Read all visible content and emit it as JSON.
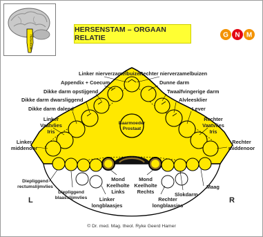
{
  "title": "HERSENSTAM – ORGAAN RELATIE",
  "logo": {
    "letters": [
      "G",
      "N",
      "M"
    ],
    "colors": [
      "#f39200",
      "#e30613",
      "#f39200"
    ]
  },
  "thumbnail": {
    "label": "Hersenstam",
    "icon": "brain-sagittal-icon"
  },
  "labels": {
    "nier_links": "Linker nierverzamelbuizen",
    "nier_rechts": "Rechter nierverzamelbuizen",
    "appendix": "Appendix + Coecum",
    "dunne_darm": "Dunne darm",
    "dikke_opstijgend": "Dikke darm opstijgend",
    "twaalfvinger": "Twaalfvingerige darm",
    "dikke_dwars": "Dikke darm dwarsliggend",
    "alvleesklier": "Alvleesklier",
    "dikke_dalend": "Dikke darm dalend",
    "lever": "Lever",
    "vaatvlies_links": [
      "Linker",
      "Vaatvlies",
      "Iris"
    ],
    "vaatvlies_rechts": [
      "Rechter",
      "Vaatvlies",
      "Iris"
    ],
    "middenoor_links": [
      "Linker",
      "middenoor"
    ],
    "middenoor_rechts": [
      "Rechter",
      "middenoor"
    ],
    "baarmoeder": [
      "Baarmoeder",
      "Prostaat"
    ],
    "diepliggend_rectum": [
      "Diepliggend",
      "rectumslijmvlies"
    ],
    "diepliggend_blaas": [
      "Diepliggend",
      "blaasslijmvlies"
    ],
    "mond_links": [
      "Mond",
      "Keelholte",
      "Links"
    ],
    "mond_rechts": [
      "Mond",
      "Keelholte",
      "Rechts"
    ],
    "maag": "Maag",
    "slokdarm": "Slokdarm",
    "long_links": [
      "Linker",
      "longblaasjes"
    ],
    "long_rechts": [
      "Rechter",
      "longblaasjes"
    ],
    "side_left": "L",
    "side_right": "R"
  },
  "credit": "© Dr. med. Mag. theol. Ryke Geerd Hamer",
  "colors": {
    "brainstem_fill": "#ffe800",
    "outline": "#000000",
    "title_bg": "#ffff33"
  }
}
